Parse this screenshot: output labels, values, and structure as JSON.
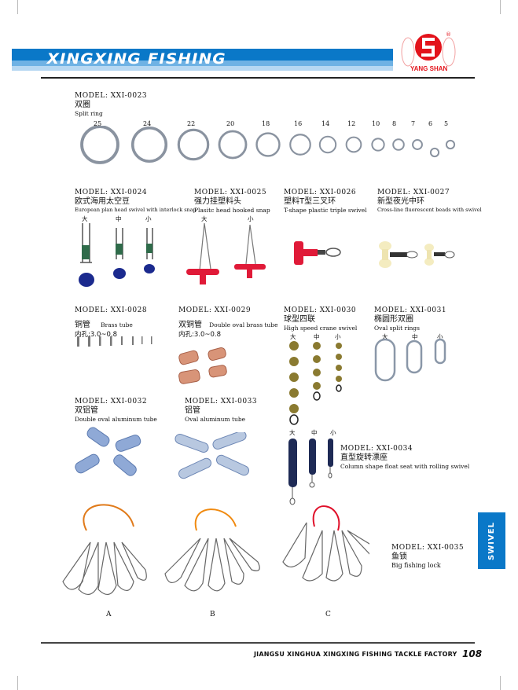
{
  "header": {
    "brand": "XINGXING FISHING",
    "logo_text": "YANG SHAN",
    "logo_mark": "®"
  },
  "ring_sizes": [
    "25",
    "24",
    "22",
    "20",
    "18",
    "16",
    "14",
    "12",
    "10",
    "8",
    "7",
    "6",
    "5"
  ],
  "products": {
    "p23": {
      "model": "MODEL: XXI-0023",
      "cn": "双圈",
      "en": "Split ring"
    },
    "p24": {
      "model": "MODEL: XXI-0024",
      "cn": "欧式海用太空豆",
      "en": "European plan head swivel with interlock snap",
      "sizes": [
        "大",
        "中",
        "小"
      ]
    },
    "p25": {
      "model": "MODEL: XXI-0025",
      "cn": "强力挂塑料头",
      "en": "Plasitc head hooked snap",
      "sizes": [
        "大",
        "小"
      ]
    },
    "p26": {
      "model": "MODEL: XXI-0026",
      "cn": "塑料T型三叉环",
      "en": "T-shape plastic triple swivel"
    },
    "p27": {
      "model": "MODEL: XXI-0027",
      "cn": "新型夜光中环",
      "en": "Cross-line fluorescent beads with swivel"
    },
    "p28": {
      "model": "MODEL: XXI-0028",
      "cn": "铜管",
      "en": "Brass tube",
      "bore": "内孔:3.0~0.8"
    },
    "p29": {
      "model": "MODEL: XXI-0029",
      "cn": "双铜管",
      "en": "Double oval brass tube",
      "bore": "内孔:3.0~0.8"
    },
    "p30": {
      "model": "MODEL: XXI-0030",
      "cn": "球型四联",
      "en": "High speed crane swivel",
      "sizes": [
        "大",
        "中",
        "小"
      ]
    },
    "p31": {
      "model": "MODEL: XXI-0031",
      "cn": "椭圆形双圈",
      "en": "Oval split rings",
      "sizes": [
        "大",
        "中",
        "小"
      ]
    },
    "p32": {
      "model": "MODEL: XXI-0032",
      "cn": "双铝管",
      "en": "Double oval aluminum tube"
    },
    "p33": {
      "model": "MODEL: XXI-0033",
      "cn": "铝管",
      "en": "Oval aluminum tube"
    },
    "p34": {
      "model": "MODEL: XXI-0034",
      "cn": "直型旋转漂座",
      "en": "Column shape float seat with rolling swivel",
      "sizes": [
        "大",
        "中",
        "小"
      ]
    },
    "p35": {
      "model": "MODEL: XXI-0035",
      "cn": "鱼锁",
      "en": "Big fishing lock",
      "variants": [
        "A",
        "B",
        "C"
      ]
    }
  },
  "side_tab": "SWIVEL",
  "footer": {
    "company": "JIANGSU XINGHUA XINGXING FISHING TACKLE FACTORY",
    "page": "108"
  },
  "colors": {
    "brand_blue": "#0a78c8",
    "logo_red": "#e3131b"
  }
}
